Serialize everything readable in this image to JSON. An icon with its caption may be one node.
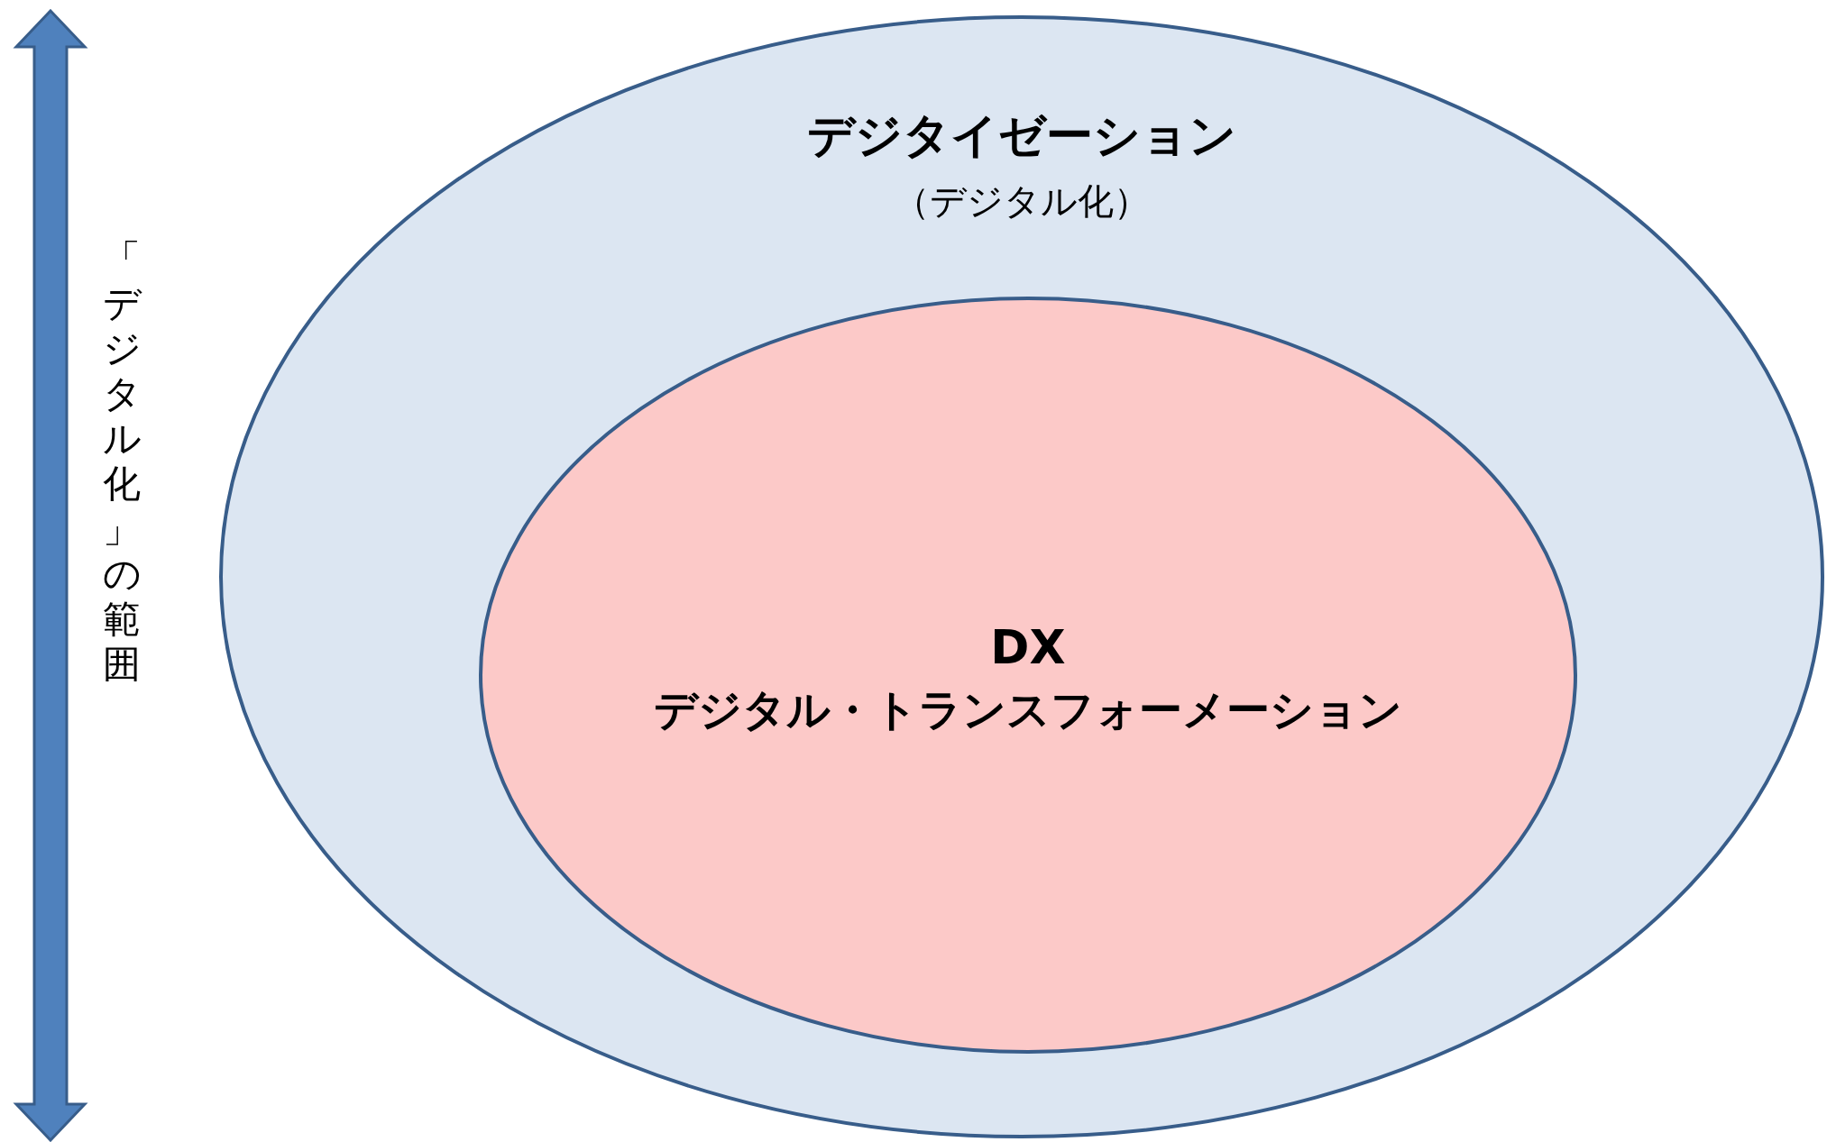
{
  "diagram": {
    "nodes": [
      {
        "text": [
          "デジタイゼーション",
          "（デジタル化）"
        ]
      },
      {
        "text": [
          "DX",
          "デジタル・トランスフォーメーション"
        ],
        "in": 0
      }
    ],
    "edges": [],
    "labels": [
      "「デジタル化」の範囲"
    ]
  }
}
